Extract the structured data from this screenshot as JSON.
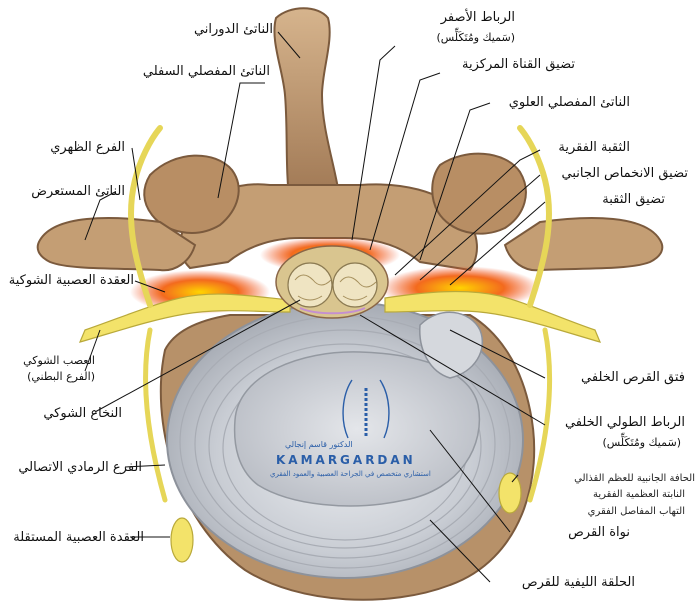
{
  "labels": {
    "spinous_process": "الناتئ الدوراني",
    "inferior_articular": "الناتئ المفصلي السفلي",
    "dorsal_ramus": "الفرع الظهري",
    "transverse_process": "الناتئ المستعرض",
    "spinal_ganglion": "العقدة العصبية الشوكية",
    "spinal_nerve": "العصب الشوكي",
    "ventral_ramus": "(الفرع البطني)",
    "spinal_cord": "النخاع الشوكي",
    "gray_ramus": "الفرع الرمادي الاتصالي",
    "sympathetic_ganglion": "العقدة العصبية المستقلة",
    "ligamentum_flavum": "الرباط الأصفر",
    "ligamentum_flavum_note": "(سَميك ومُتَكَلِّس)",
    "central_stenosis": "تضيق القناة المركزية",
    "superior_articular": "الناتئ المفصلي العلوي",
    "foramen": "الثقبة الفقرية",
    "lateral_recess": "تضيق الانخماص الجانبي",
    "foraminal_stenosis": "تضيق الثقبة",
    "posterior_herniation": "فتق القرص الخلفي",
    "posterior_longitudinal": "الرباط الطولي الخلفي",
    "posterior_longitudinal_note": "(سَميك ومُتَكَلِّس)",
    "lateral_margin": "الحافة الجانبية للعظم القذالي",
    "osteophytes": "النابتة العظمية الفقرية",
    "facet_arthritis": "التهاب المفاصل الفقري",
    "nucleus": "نواة القرص",
    "annulus": "الحلقة الليفية للقرص"
  },
  "watermark": {
    "name": "KAMARGARDAN",
    "top_line": "الدكتور قاسم إنجالي",
    "bottom_line": "استشاري متخصص في الجراحة العصبية والعمود الفقري"
  },
  "colors": {
    "bone": "#c8a37c",
    "bone_dark": "#8a6647",
    "nerve": "#f3e36a",
    "inflammation": "#f04a1c",
    "disc": "#d3d6dc",
    "watermark": "#2a5ea8"
  }
}
